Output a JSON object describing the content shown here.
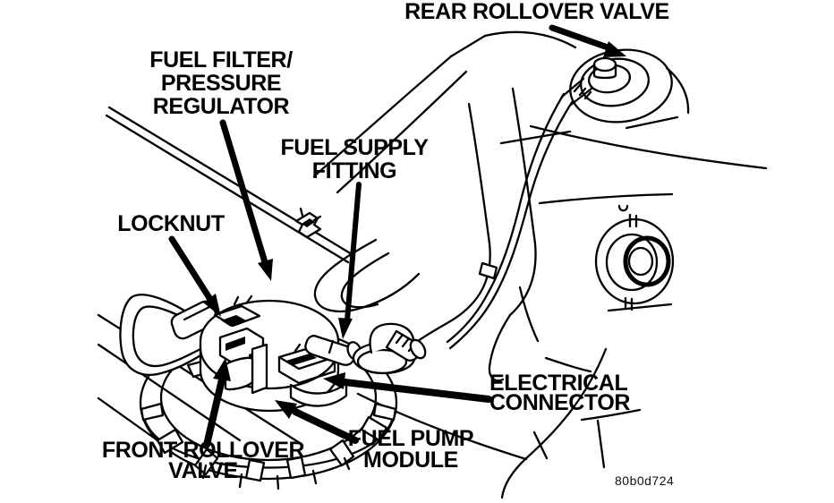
{
  "figure_code": "80b0d724",
  "colors": {
    "ink": "#000000",
    "paper": "#ffffff"
  },
  "labels": {
    "rear_rollover_valve": "REAR ROLLOVER VALVE",
    "fuel_filter_pressure_regulator": "FUEL FILTER/\nPRESSURE\nREGULATOR",
    "fuel_supply_fitting": "FUEL SUPPLY\nFITTING",
    "locknut": "LOCKNUT",
    "electrical_connector": "ELECTRICAL\nCONNECTOR",
    "front_rollover_valve": "FRONT ROLLOVER\nVALVE",
    "fuel_pump_module": "FUEL PUMP\nMODULE"
  }
}
